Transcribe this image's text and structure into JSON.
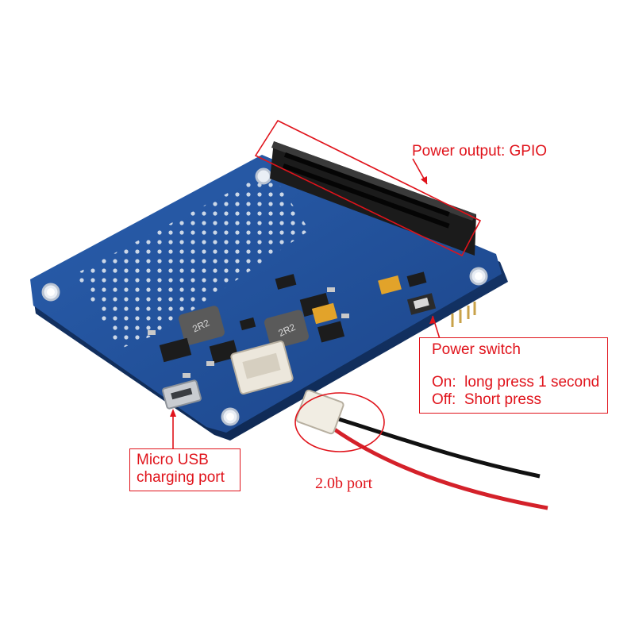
{
  "colors": {
    "annotation": "#e0131b",
    "board": "#1f4f9a",
    "header": "#1b1b1b",
    "background": "#ffffff"
  },
  "annotations": {
    "gpio": "Power output: GPIO",
    "switch_title": "Power switch",
    "switch_on": "On:  long press 1 second",
    "switch_off": "Off:  Short press",
    "usb_line1": "Micro USB",
    "usb_line2": "charging port",
    "port": "2.0b port"
  },
  "inductor_marking": "2R2"
}
